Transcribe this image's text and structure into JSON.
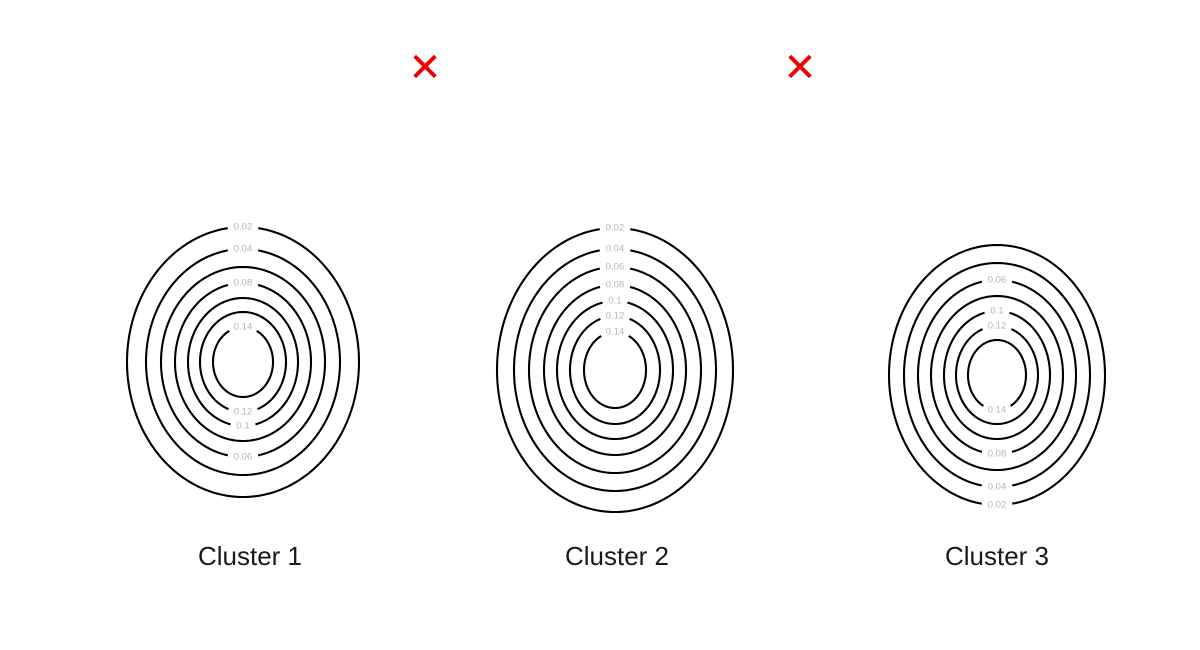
{
  "figure": {
    "background_color": "#ffffff",
    "contour_color": "#000000",
    "contour_label_color": "#b5b5b5",
    "caption_color": "#1a1a1a",
    "marker_color": "#ee0000",
    "marker_glyph": "✕"
  },
  "chart_data": {
    "type": "contour",
    "title": "",
    "xlabel": "",
    "ylabel": "",
    "grid": false,
    "legend": null,
    "levels": [
      0.02,
      0.04,
      0.06,
      0.08,
      0.1,
      0.12,
      0.14
    ],
    "level_labels": [
      "0.02",
      "0.04",
      "0.06",
      "0.08",
      "0.1",
      "0.12",
      "0.14"
    ],
    "clusters": [
      {
        "name": "Cluster 1",
        "caption": "Cluster 1",
        "center": [
          243,
          362
        ],
        "caption_position": [
          250,
          558
        ],
        "outer_rx": 116,
        "outer_ry": 135,
        "rings": [
          {
            "level": 0.02,
            "label": "0.02",
            "rx": 116,
            "ry": 135,
            "label_angle_deg": -90
          },
          {
            "level": 0.04,
            "label": "0.04",
            "rx": 97,
            "ry": 113,
            "label_angle_deg": -90
          },
          {
            "level": 0.06,
            "label": "0.06",
            "rx": 82,
            "ry": 95,
            "label_angle_deg": 90
          },
          {
            "level": 0.08,
            "label": "0.08",
            "rx": 68,
            "ry": 79,
            "label_angle_deg": -90
          },
          {
            "level": 0.1,
            "label": "0.1",
            "rx": 55,
            "ry": 64,
            "label_angle_deg": 90
          },
          {
            "level": 0.12,
            "label": "0.12",
            "rx": 43,
            "ry": 50,
            "label_angle_deg": 90
          },
          {
            "level": 0.14,
            "label": "0.14",
            "rx": 30,
            "ry": 35,
            "label_angle_deg": -90
          }
        ]
      },
      {
        "name": "Cluster 2",
        "caption": "Cluster 2",
        "center": [
          615,
          370
        ],
        "caption_position": [
          617,
          558
        ],
        "outer_rx": 118,
        "outer_ry": 142,
        "rings": [
          {
            "level": 0.02,
            "label": "0.02",
            "rx": 118,
            "ry": 142,
            "label_angle_deg": -90
          },
          {
            "level": 0.04,
            "label": "0.04",
            "rx": 101,
            "ry": 121,
            "label_angle_deg": -90
          },
          {
            "level": 0.06,
            "label": "0.06",
            "rx": 86,
            "ry": 103,
            "label_angle_deg": -90
          },
          {
            "level": 0.08,
            "label": "0.08",
            "rx": 71,
            "ry": 85,
            "label_angle_deg": -90
          },
          {
            "level": 0.1,
            "label": "0.1",
            "rx": 58,
            "ry": 69,
            "label_angle_deg": -90
          },
          {
            "level": 0.12,
            "label": "0.12",
            "rx": 45,
            "ry": 54,
            "label_angle_deg": -90
          },
          {
            "level": 0.14,
            "label": "0.14",
            "rx": 31,
            "ry": 38,
            "label_angle_deg": -90
          }
        ]
      },
      {
        "name": "Cluster 3",
        "caption": "Cluster 3",
        "center": [
          997,
          375
        ],
        "caption_position": [
          997,
          558
        ],
        "outer_rx": 108,
        "outer_ry": 130,
        "rings": [
          {
            "level": 0.02,
            "label": "0.02",
            "rx": 108,
            "ry": 130,
            "label_angle_deg": 90
          },
          {
            "level": 0.04,
            "label": "0.04",
            "rx": 93,
            "ry": 112,
            "label_angle_deg": 90
          },
          {
            "level": 0.06,
            "label": "0.06",
            "rx": 79,
            "ry": 95,
            "label_angle_deg": -90
          },
          {
            "level": 0.08,
            "label": "0.08",
            "rx": 66,
            "ry": 79,
            "label_angle_deg": 90
          },
          {
            "level": 0.1,
            "label": "0.1",
            "rx": 53,
            "ry": 64,
            "label_angle_deg": -90
          },
          {
            "level": 0.12,
            "label": "0.12",
            "rx": 41,
            "ry": 49,
            "label_angle_deg": -90
          },
          {
            "level": 0.14,
            "label": "0.14",
            "rx": 29,
            "ry": 35,
            "label_angle_deg": 90
          }
        ]
      }
    ],
    "markers": [
      {
        "label": "✕",
        "name": "marker-x-1",
        "position": [
          425,
          70
        ]
      },
      {
        "label": "✕",
        "name": "marker-x-2",
        "position": [
          800,
          70
        ]
      }
    ]
  }
}
